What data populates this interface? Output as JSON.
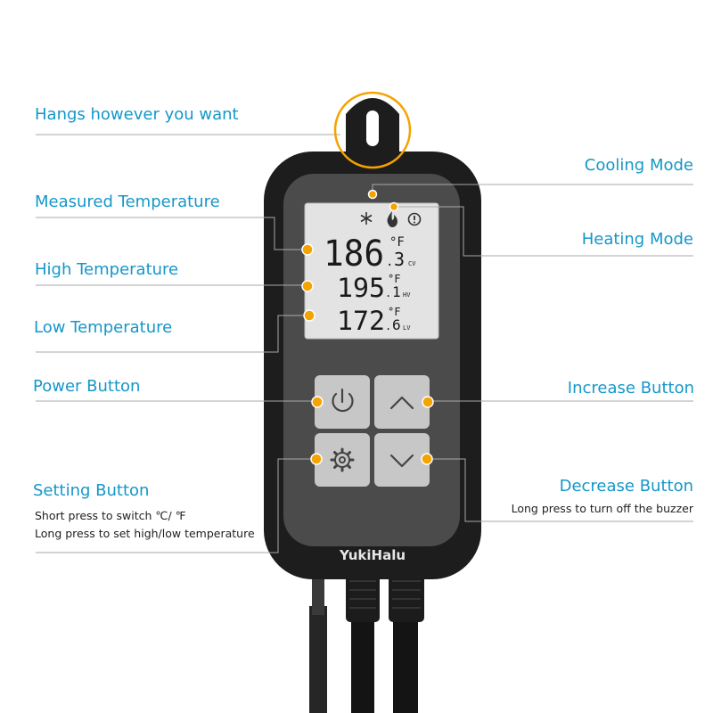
{
  "brand": "YukiHalu",
  "colors": {
    "label": "#1597c9",
    "marker": "#f4a300",
    "body": "#1d1d1d",
    "lcd": "#e3e3e3",
    "button": "#c7c7c7"
  },
  "labels": {
    "hangs": "Hangs however you want",
    "measured": "Measured Temperature",
    "high": "High Temperature",
    "low": "Low Temperature",
    "power": "Power Button",
    "setting": "Setting Button",
    "cooling": "Cooling Mode",
    "heating": "Heating Mode",
    "increase": "Increase Button",
    "decrease": "Decrease Button"
  },
  "notes": {
    "setting_line1": "Short press to switch ℃/ ℉",
    "setting_line2": "Long press to set high/low temperature",
    "decrease_line1": "Long press to turn off  the buzzer"
  },
  "display": {
    "measured": {
      "int": "186",
      "dec": "3",
      "unit": "°F",
      "tag": "CV"
    },
    "high": {
      "int": "195",
      "dec": "1",
      "unit": "°F",
      "tag": "HV"
    },
    "low": {
      "int": "172",
      "dec": "6",
      "unit": "°F",
      "tag": "LV"
    }
  },
  "icons": [
    "snowflake-icon",
    "flame-icon",
    "alert-icon",
    "power-icon",
    "chevron-up-icon",
    "gear-icon",
    "chevron-down-icon"
  ]
}
